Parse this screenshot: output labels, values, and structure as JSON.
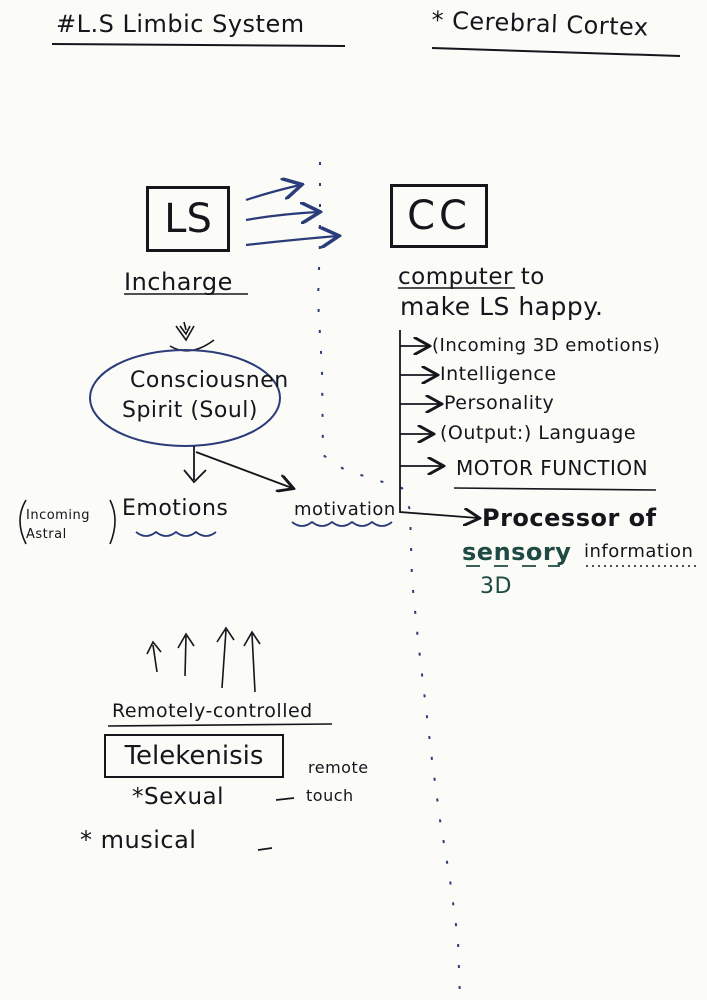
{
  "header": {
    "left_title": "#L.S Limbic System",
    "right_title": "* Cerebral Cortex"
  },
  "ls_node": {
    "label": "LS",
    "sub": "Incharge"
  },
  "cc_node": {
    "label": "CC",
    "sub_line1": "computer to",
    "sub_line2": "make LS happy."
  },
  "cc_functions": [
    "(Incoming 3D emotions)",
    "Intelligence",
    "Personality",
    "(Output:) Language",
    "MOTOR FUNCTION"
  ],
  "processor": {
    "line1": "Processor of",
    "word_sensory": "sensory",
    "word_information": "information",
    "note": "3D"
  },
  "soul": {
    "line1": "Consciousnen",
    "line2": "Spirit (Soul)"
  },
  "emotions": {
    "prefix_line1": "Incoming",
    "prefix_line2": "Astral",
    "label": "Emotions"
  },
  "motivation": {
    "label": "motivation"
  },
  "telekinesis": {
    "caption": "Remotely-controlled",
    "label": "Telekenisis",
    "item_sexual": "*Sexual",
    "item_sexual_note1": "remote",
    "item_sexual_note2": "touch",
    "item_musical": "* musical"
  },
  "colors": {
    "ink": "#15151c",
    "blue_ink": "#2b3c7a",
    "green_ink": "#1f4a44"
  }
}
